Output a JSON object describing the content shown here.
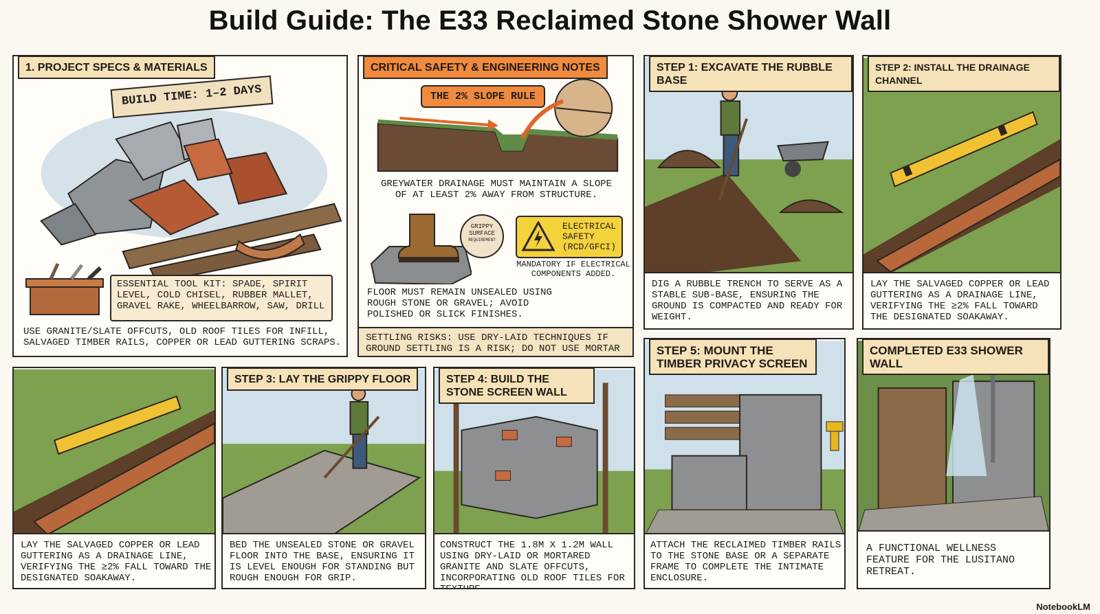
{
  "title": "Build Guide: The E33 Reclaimed Stone Shower Wall",
  "panels": {
    "specs": {
      "label": "1. PROJECT SPECS & MATERIALS",
      "build_time": "BUILD TIME: 1–2 DAYS",
      "toolkit": "ESSENTIAL TOOL KIT: SPADE, SPIRIT LEVEL, COLD CHISEL, RUBBER MALLET, GRAVEL RAKE, WHEELBARROW, SAW, DRILL",
      "materials": "USE GRANITE/SLATE OFFCUTS, OLD ROOF TILES FOR INFILL, SALVAGED TIMBER RAILS, COPPER OR LEAD GUTTERING SCRAPS."
    },
    "safety": {
      "label": "CRITICAL SAFETY & ENGINEERING NOTES",
      "slope_rule": "THE 2% SLOPE RULE",
      "slope_text": "GREYWATER DRAINAGE MUST MAINTAIN A SLOPE OF AT LEAST 2% AWAY FROM STRUCTURE.",
      "grippy_badge_line1": "GRIPPY",
      "grippy_badge_line2": "SURFACE",
      "grippy_badge_line3": "REQUIREMENT",
      "electrical_badge": "ELECTRICAL SAFETY (RCD/GFCI)",
      "electrical_text": "MANDATORY IF ELECTRICAL COMPONENTS ADDED.",
      "floor_text": "FLOOR MUST REMAIN UNSEALED USING ROUGH STONE OR GRAVEL; AVOID POLISHED OR SLICK FINISHES.",
      "settling_text": "SETTLING RISKS: USE DRY-LAID TECHNIQUES IF GROUND SETTLING IS A RISK; DO NOT USE MORTAR JOINTS."
    },
    "step1": {
      "label": "STEP 1: EXCAVATE THE RUBBLE BASE",
      "text": "DIG A RUBBLE TRENCH TO SERVE AS A STABLE SUB-BASE, ENSURING THE GROUND IS COMPACTED AND READY FOR WEIGHT."
    },
    "step2": {
      "label": "STEP 2: INSTALL THE DRAINAGE CHANNEL",
      "text": "LAY THE SALVAGED COPPER OR LEAD GUTTERING AS A DRAINAGE LINE, VERIFYING THE ≥2% FALL TOWARD THE DESIGNATED SOAKAWAY."
    },
    "step2b": {
      "text": "LAY THE SALVAGED COPPER OR LEAD GUTTERING AS A DRAINAGE LINE, VERIFYING THE ≥2% FALL TOWARD THE DESIGNATED SOAKAWAY."
    },
    "step3": {
      "label": "STEP 3: LAY THE GRIPPY FLOOR",
      "text": "BED THE UNSEALED STONE OR GRAVEL FLOOR INTO THE BASE, ENSURING IT IS LEVEL ENOUGH FOR STANDING BUT ROUGH ENOUGH FOR GRIP."
    },
    "step4": {
      "label": "STEP 4: BUILD THE STONE SCREEN WALL",
      "text": "CONSTRUCT THE 1.8M x 1.2M WALL USING DRY-LAID OR MORTARED GRANITE AND SLATE OFFCUTS, INCORPORATING OLD ROOF TILES FOR TEXTURE."
    },
    "step5": {
      "label": "STEP 5: MOUNT THE TIMBER PRIVACY SCREEN",
      "text": "ATTACH THE RECLAIMED TIMBER RAILS TO THE STONE BASE OR A SEPARATE FRAME TO COMPLETE THE INTIMATE ENCLOSURE."
    },
    "completed": {
      "label": "COMPLETED E33 SHOWER WALL",
      "text": "A FUNCTIONAL WELLNESS FEATURE FOR THE LUSITANO RETREAT."
    }
  },
  "footer": "NotebookLM",
  "icons": [
    "boot-icon",
    "warning-icon",
    "toolbox-icon",
    "spirit-level-icon",
    "shower-icon",
    "drill-icon"
  ],
  "colors": {
    "accent_orange": "#f08a3e",
    "label_cream": "#f6e2b8",
    "warning_yellow": "#f4d23c",
    "outline": "#2b2622"
  }
}
